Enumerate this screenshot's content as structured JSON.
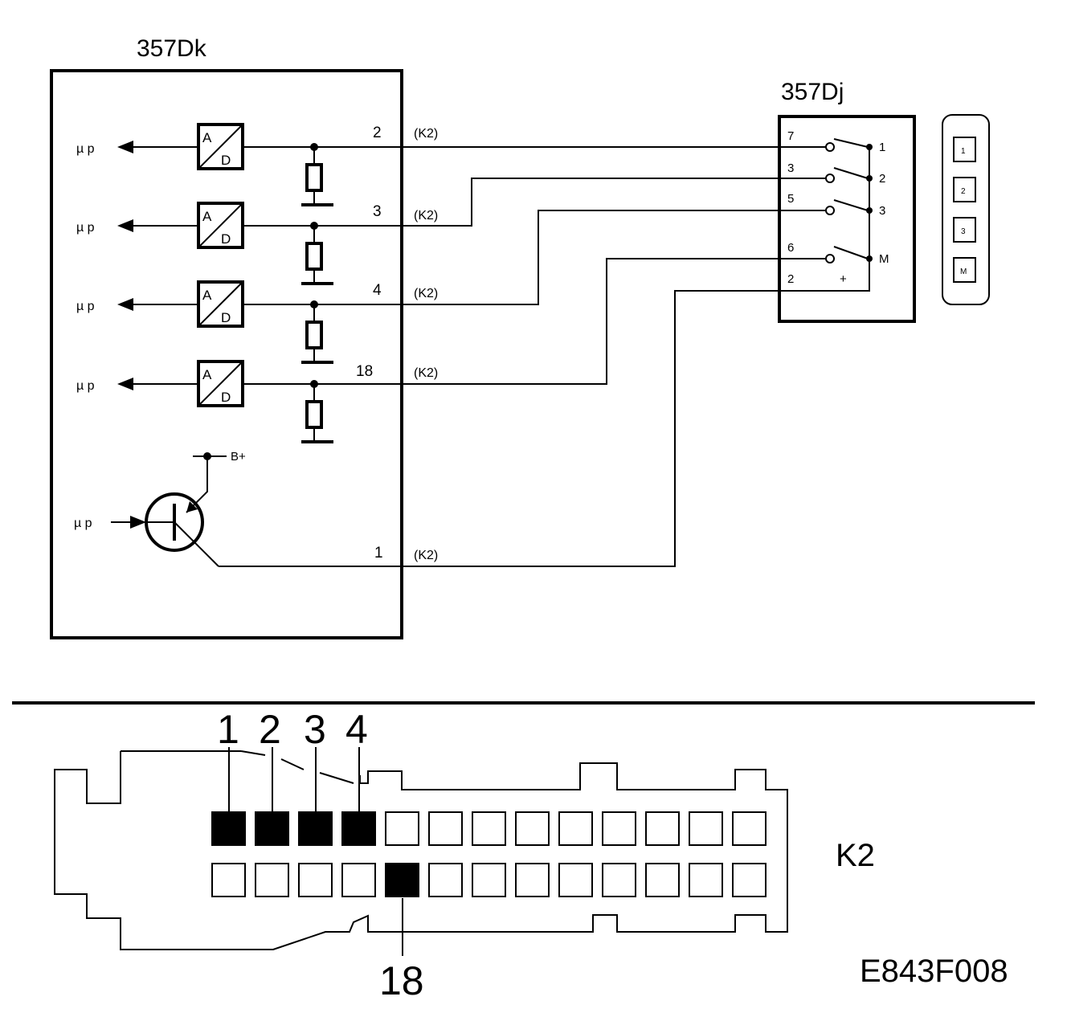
{
  "ecu": {
    "title": "357Dk",
    "mu_label": "µ p",
    "b_plus": "B+"
  },
  "ad_converter": {
    "a": "A",
    "d": "D"
  },
  "pins": [
    {
      "num": "2",
      "conn": "(K2)"
    },
    {
      "num": "3",
      "conn": "(K2)"
    },
    {
      "num": "4",
      "conn": "(K2)"
    },
    {
      "num": "18",
      "conn": "(K2)"
    },
    {
      "num": "1",
      "conn": "(K2)"
    }
  ],
  "switch_unit": {
    "title": "357Dj",
    "left_pins": [
      "7",
      "3",
      "5",
      "6",
      "2"
    ],
    "right_labels": [
      "1",
      "2",
      "3",
      "M"
    ],
    "plus": "+",
    "buttons": [
      "1",
      "2",
      "3",
      "M"
    ]
  },
  "connector": {
    "name": "K2",
    "top_numbers": [
      "1",
      "2",
      "3",
      "4"
    ],
    "bottom_number": "18",
    "top_row": [
      true,
      true,
      true,
      true,
      false,
      false,
      false,
      false,
      false,
      false,
      false,
      false,
      false
    ],
    "bottom_row": [
      false,
      false,
      false,
      false,
      true,
      false,
      false,
      false,
      false,
      false,
      false,
      false,
      false
    ]
  },
  "figure_ref": "E843F008"
}
